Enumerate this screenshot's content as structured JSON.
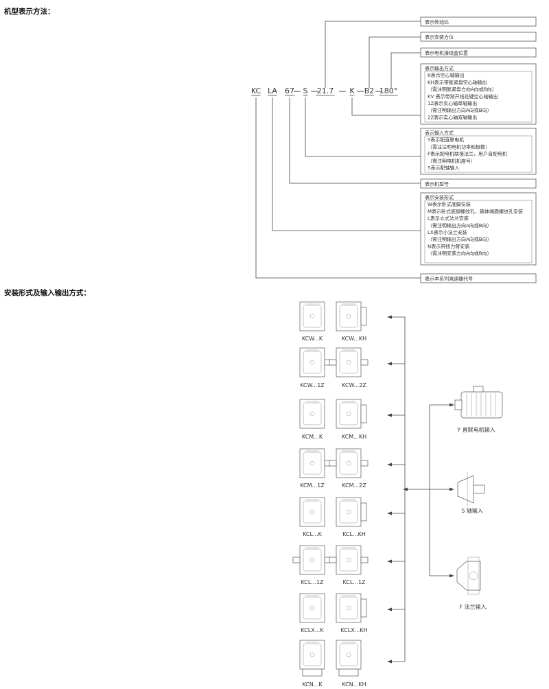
{
  "headings": {
    "model_notation": "机型表示方法：",
    "mounting_io": "安装形式及输入输出方式："
  },
  "model_code": {
    "parts": [
      "KC",
      "LA",
      "67",
      "S",
      "21.7",
      "K",
      "B2",
      "180°"
    ],
    "separator": "—"
  },
  "explanations": [
    [
      "表示传动比"
    ],
    [
      "表示安装方位"
    ],
    [
      "表示电机接线盒位置"
    ],
    [
      "表示输出方式",
      "K表示空心轴输出",
      "KH表示带胀紧盘空心轴输出",
      "（需注明胀紧盘方向A向或B向）",
      "KV 表示带渐开线花键空心轴输出",
      "1Z表示实心轴单轴输出",
      "（需注明输出方向A向或B向）",
      "2Z表示实心轴双轴输出"
    ],
    [
      "表示输入方式",
      "Y表示配直联电机",
      "（需注注明电机功率和极数）",
      "F表示配电机联接法兰，用户自配电机",
      "（需注明电机机座号）",
      "S表示配轴输入"
    ],
    [
      "表示机型号"
    ],
    [
      "表示安装形式",
      "W表示卧式底脚安装",
      "M表示卧式底脚螺纹孔、箱体端面螺纹孔安装",
      "L表示立式法兰安装",
      "（需注明输出方向A向或B向）",
      "LX表示小法兰安装",
      "（需注明输出方向A向或B向）",
      "N表示带扭力臂安装",
      "（需注明安装方向A向或B向）"
    ],
    [
      "表示本系列减速器代号"
    ]
  ],
  "mounting_labels": [
    [
      "KCW...K",
      "KCW...KH"
    ],
    [
      "KCW...1Z",
      "KCW...2Z"
    ],
    [
      "KCM...K",
      "KCM...KH"
    ],
    [
      "KCM...1Z",
      "KCM...2Z"
    ],
    [
      "KCL...K",
      "KCL...KH"
    ],
    [
      "KCL...1Z",
      "KCL...1Z"
    ],
    [
      "KCLX...K",
      "KCLX...KH"
    ],
    [
      "KCN...K",
      "KCN...KH"
    ]
  ],
  "input_labels": [
    "Y 直联电机输入",
    "S 轴输入",
    "F 法兰输入"
  ]
}
